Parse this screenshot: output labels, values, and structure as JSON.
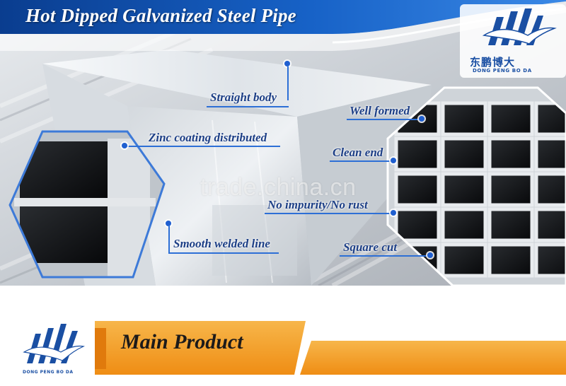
{
  "banner": {
    "title": "Hot Dipped Galvanized Steel Pipe",
    "watermark": "trade.china.cn"
  },
  "logo": {
    "chinese_name": "东鹏博大",
    "english_name": "DONG PENG BO DA",
    "icon": "eagle-logo-icon"
  },
  "features": [
    {
      "label": "Straight body"
    },
    {
      "label": "Zinc coating distributed"
    },
    {
      "label": "Smooth welded line"
    },
    {
      "label": "Well formed"
    },
    {
      "label": "Clean end"
    },
    {
      "label": "No impurity/No rust"
    },
    {
      "label": "Square cut"
    }
  ],
  "section": {
    "title": "Main Product"
  },
  "colors": {
    "brand_blue": "#1a4fa3",
    "label_blue": "#1d3f86",
    "accent_orange": "#f39a1f"
  }
}
